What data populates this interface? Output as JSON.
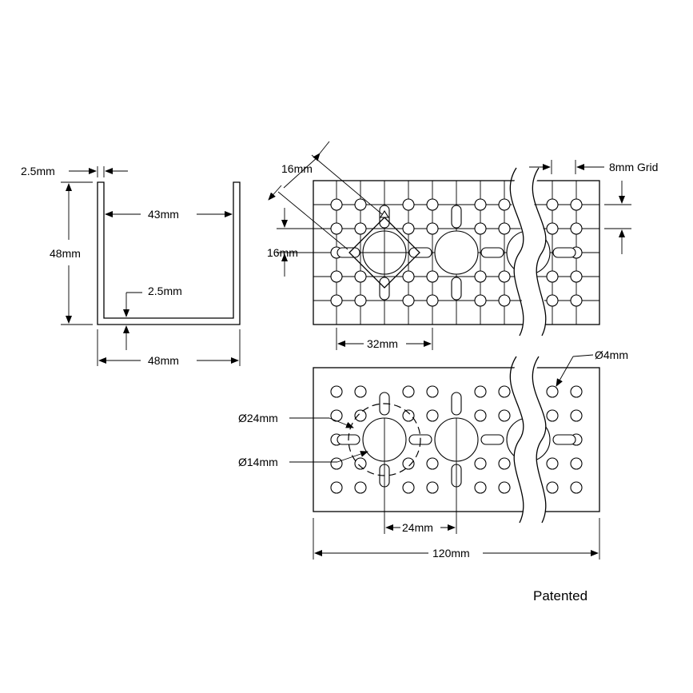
{
  "side_view": {
    "wall_thickness_top": "2.5mm",
    "height": "48mm",
    "inner_width": "43mm",
    "base_thickness": "2.5mm",
    "outer_width": "48mm"
  },
  "top_view": {
    "diag_dim": "16mm",
    "vert_dim": "16mm",
    "grid": "8mm Grid",
    "spacing": "32mm"
  },
  "front_view": {
    "small_hole": "Ø4mm",
    "pattern_dia": "Ø24mm",
    "bore_dia": "Ø14mm",
    "spacing": "24mm",
    "length": "120mm"
  },
  "footer": "Patented"
}
